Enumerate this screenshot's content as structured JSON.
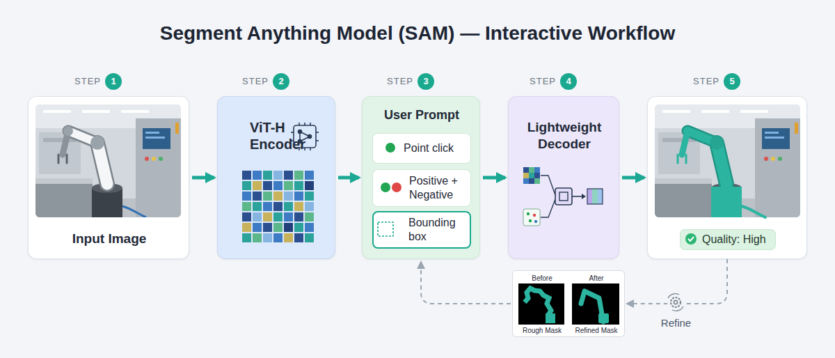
{
  "diagram": {
    "title": "Segment Anything Model (SAM) — Interactive Workflow",
    "nodes": [
      {
        "text": [
          "STEP",
          "1",
          "Input Image"
        ]
      },
      {
        "text": [
          "STEP",
          "2",
          "ViT-H Encoder"
        ]
      },
      {
        "text": [
          "STEP",
          "3",
          "User Prompt"
        ]
      },
      {
        "text": [
          "Point click"
        ],
        "in": 2
      },
      {
        "text": [
          "Positive + Negative"
        ],
        "in": 2
      },
      {
        "text": [
          "Bounding box"
        ],
        "in": 2
      },
      {
        "text": [
          "STEP",
          "4",
          "Lightweight Decoder"
        ]
      },
      {
        "text": [
          "STEP",
          "5"
        ]
      },
      {
        "text": [
          "Quality: High"
        ],
        "in": 7
      },
      {
        "text": [
          "Before",
          "After",
          "Rough Mask",
          "Refined Mask"
        ]
      }
    ],
    "edges": [
      {
        "from": 0,
        "to": 1,
        "arrow": "to"
      },
      {
        "from": 1,
        "to": 2,
        "arrow": "to"
      },
      {
        "from": 2,
        "to": 6,
        "arrow": "to"
      },
      {
        "from": 6,
        "to": 7,
        "arrow": "to"
      },
      {
        "from": 7,
        "to": 9,
        "label": "Refine",
        "arrow": "to"
      },
      {
        "from": 9,
        "to": 2,
        "arrow": "to"
      }
    ]
  }
}
